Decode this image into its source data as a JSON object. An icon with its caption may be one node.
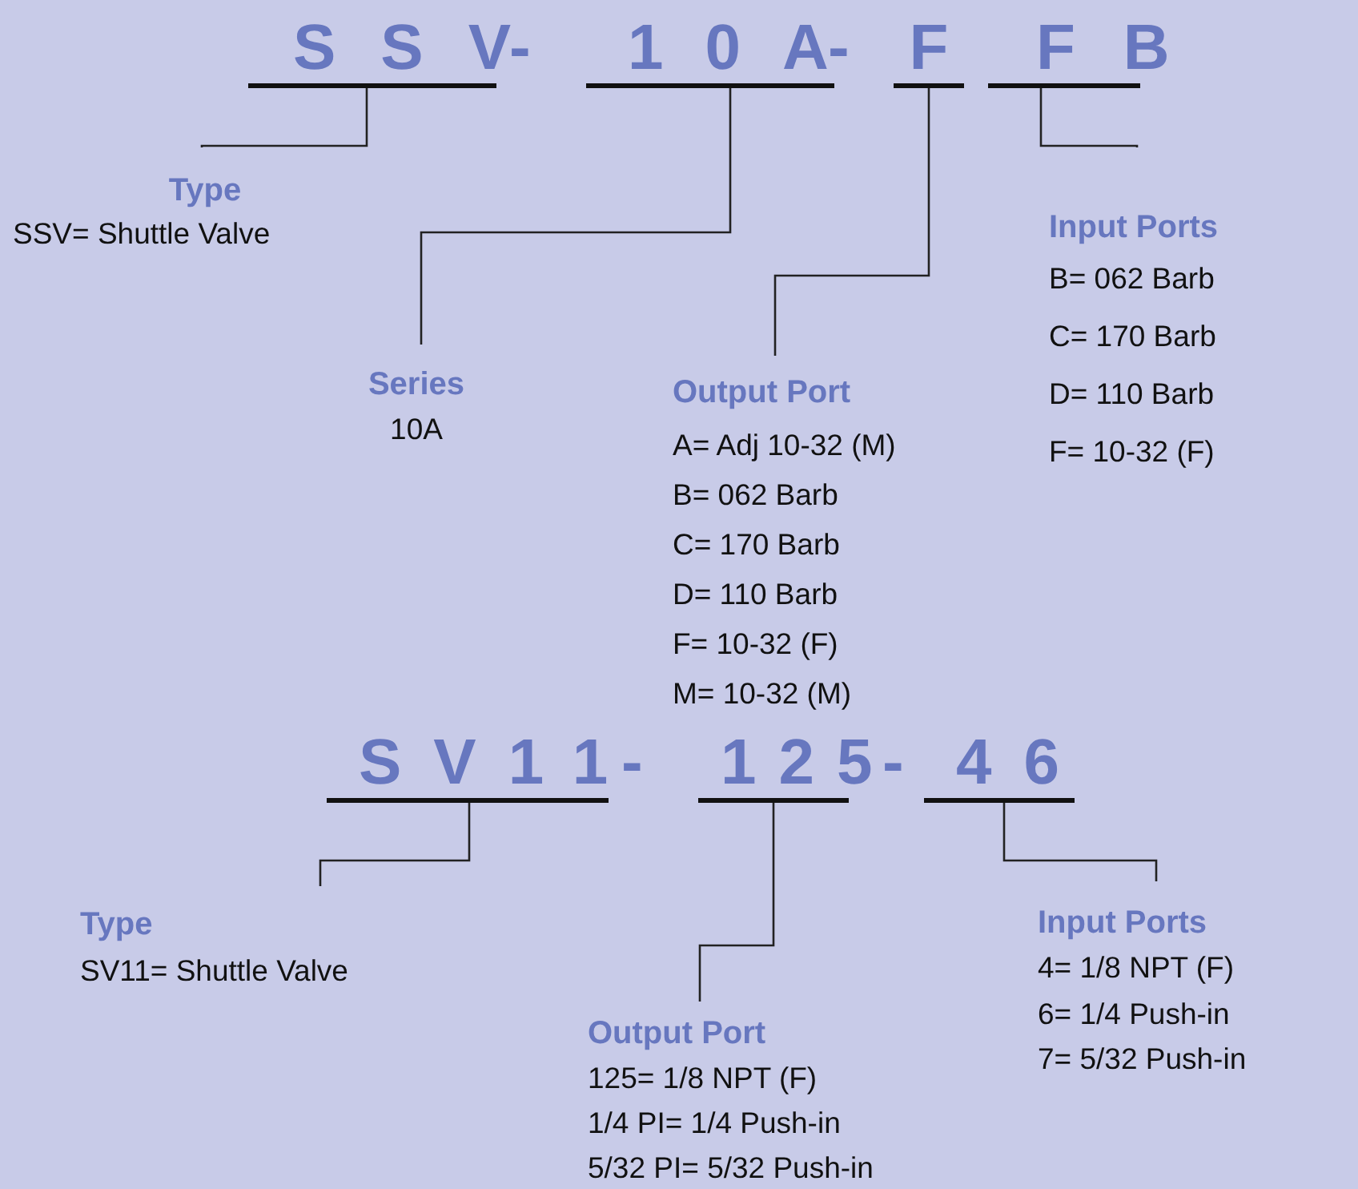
{
  "diagram": {
    "nodes": [
      {
        "text": [
          "SSV"
        ]
      },
      {
        "text": [
          "10A"
        ]
      },
      {
        "text": [
          "F"
        ]
      },
      {
        "text": [
          "FB"
        ]
      },
      {
        "text": [
          "Type",
          "SSV= Shuttle Valve"
        ]
      },
      {
        "text": [
          "Input Ports",
          "B= 062 Barb",
          "C= 170 Barb",
          "D= 110 Barb",
          "F= 10-32 (F)"
        ]
      },
      {
        "text": [
          "Series",
          "10A"
        ]
      },
      {
        "text": [
          "Output Port",
          "A= Adj 10-32 (M)",
          "B= 062 Barb",
          "C= 170 Barb",
          "D= 110 Barb",
          "F= 10-32 (F)",
          "M= 10-32 (M)"
        ]
      },
      {
        "text": [
          "SV11"
        ]
      },
      {
        "text": [
          "125"
        ]
      },
      {
        "text": [
          "46"
        ]
      },
      {
        "text": [
          "Type",
          "SV11= Shuttle Valve"
        ]
      },
      {
        "text": [
          "Input Ports",
          "4= 1/8 NPT (F)",
          "6= 1/4 Push-in",
          "7= 5/32 Push-in"
        ]
      },
      {
        "text": [
          "Output Port",
          "125= 1/8 NPT (F)",
          "1/4 PI= 1/4 Push-in",
          "5/32 PI= 5/32 Push-in"
        ]
      }
    ],
    "edges": [
      {
        "from": 0,
        "to": 4,
        "arrow": "none"
      },
      {
        "from": 1,
        "to": 6,
        "arrow": "none"
      },
      {
        "from": 2,
        "to": 7,
        "arrow": "none"
      },
      {
        "from": 3,
        "to": 5,
        "arrow": "none"
      },
      {
        "from": 8,
        "to": 11,
        "arrow": "none"
      },
      {
        "from": 9,
        "to": 13,
        "arrow": "none"
      },
      {
        "from": 10,
        "to": 12,
        "arrow": "none"
      }
    ],
    "labels": [
      "-",
      "-",
      "-",
      "-"
    ]
  }
}
